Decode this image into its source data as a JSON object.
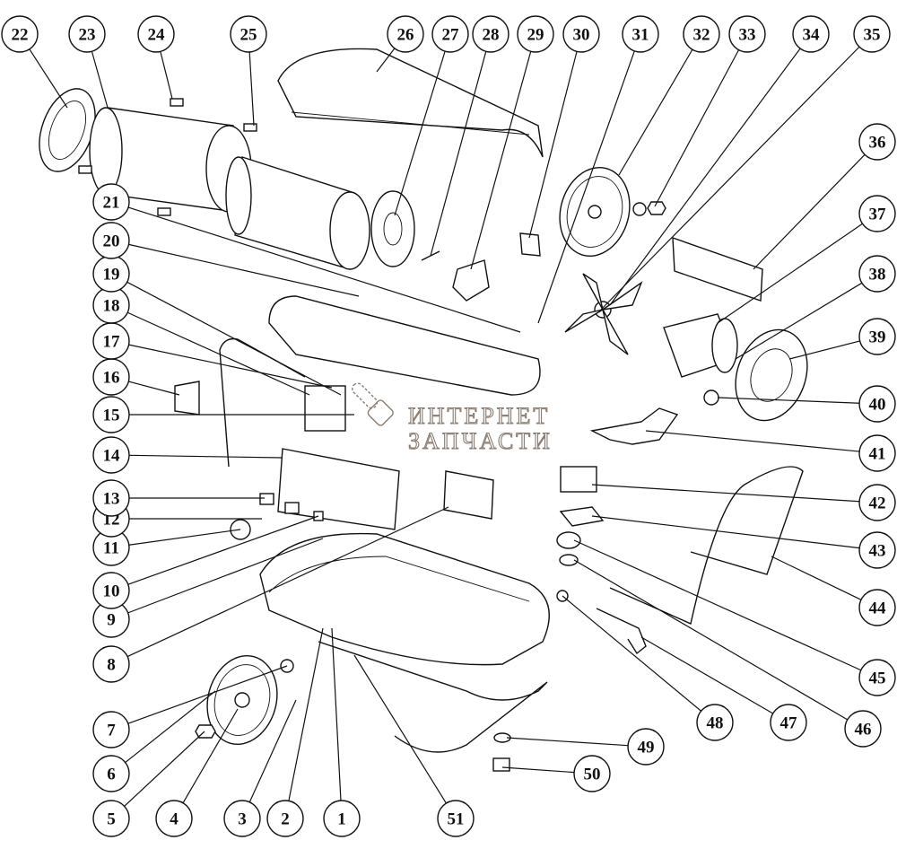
{
  "diagram": {
    "type": "exploded-parts-diagram",
    "subject": "Diesel forced-air heater",
    "watermark": {
      "line1": "ИНТЕРНЕТ",
      "line2": "ЗАПЧАСТИ",
      "icon": "chainsaw-icon"
    },
    "callouts": [
      {
        "n": "1"
      },
      {
        "n": "2"
      },
      {
        "n": "3"
      },
      {
        "n": "4"
      },
      {
        "n": "5"
      },
      {
        "n": "6"
      },
      {
        "n": "7"
      },
      {
        "n": "8"
      },
      {
        "n": "9"
      },
      {
        "n": "10"
      },
      {
        "n": "11"
      },
      {
        "n": "12"
      },
      {
        "n": "13"
      },
      {
        "n": "14"
      },
      {
        "n": "15"
      },
      {
        "n": "16"
      },
      {
        "n": "17"
      },
      {
        "n": "18"
      },
      {
        "n": "19"
      },
      {
        "n": "20"
      },
      {
        "n": "21"
      },
      {
        "n": "22"
      },
      {
        "n": "23"
      },
      {
        "n": "24"
      },
      {
        "n": "25"
      },
      {
        "n": "26"
      },
      {
        "n": "27"
      },
      {
        "n": "28"
      },
      {
        "n": "29"
      },
      {
        "n": "30"
      },
      {
        "n": "31"
      },
      {
        "n": "32"
      },
      {
        "n": "33"
      },
      {
        "n": "34"
      },
      {
        "n": "35"
      },
      {
        "n": "36"
      },
      {
        "n": "37"
      },
      {
        "n": "38"
      },
      {
        "n": "39"
      },
      {
        "n": "40"
      },
      {
        "n": "41"
      },
      {
        "n": "42"
      },
      {
        "n": "43"
      },
      {
        "n": "44"
      },
      {
        "n": "45"
      },
      {
        "n": "46"
      },
      {
        "n": "47"
      },
      {
        "n": "48"
      },
      {
        "n": "49"
      },
      {
        "n": "50"
      },
      {
        "n": "51"
      }
    ]
  }
}
